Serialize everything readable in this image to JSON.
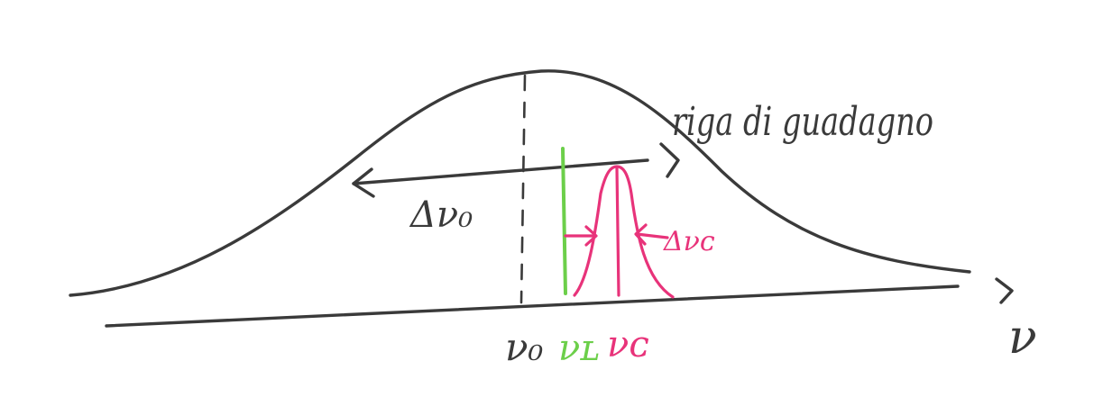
{
  "labels": {
    "doppler_width": "Δν₀",
    "line_width": "Δνᴄ",
    "line_note": "riga di guadagno",
    "nu0": "ν₀",
    "nuL": "νʟ",
    "nuC": "νᴄ",
    "axis": "ν"
  },
  "colors": {
    "ink": "#3a3a3a",
    "laser_line": "#6ccf4a",
    "cavity_line": "#e8337a"
  }
}
